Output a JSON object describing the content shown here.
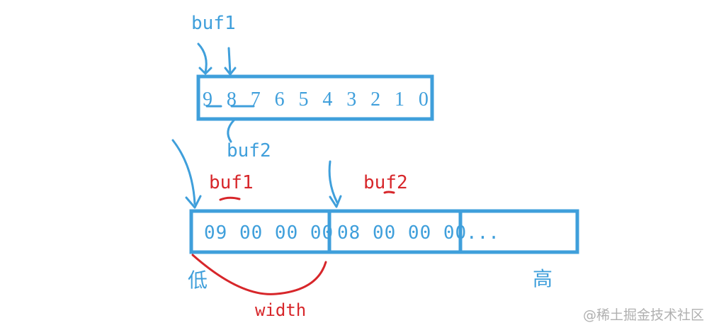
{
  "diagram": {
    "top_label": "buf1",
    "top_digits": [
      "9",
      "8",
      "7",
      "6",
      "5",
      "4",
      "3",
      "2",
      "1",
      "0"
    ],
    "lower_buf2_label_top": "buf2",
    "buf1_label": "buf1",
    "buf2_label": "buf2",
    "buf1_bytes": "09 00 00 00",
    "buf2_bytes": "08 00 00 00",
    "ellipsis": "...",
    "low_label": "低",
    "high_label": "高",
    "width_label": "width",
    "watermark": "@稀土掘金技术社区"
  },
  "colors": {
    "blue": "#3f9fdb",
    "red": "#d7262a",
    "gray": "#b0b0b0"
  }
}
